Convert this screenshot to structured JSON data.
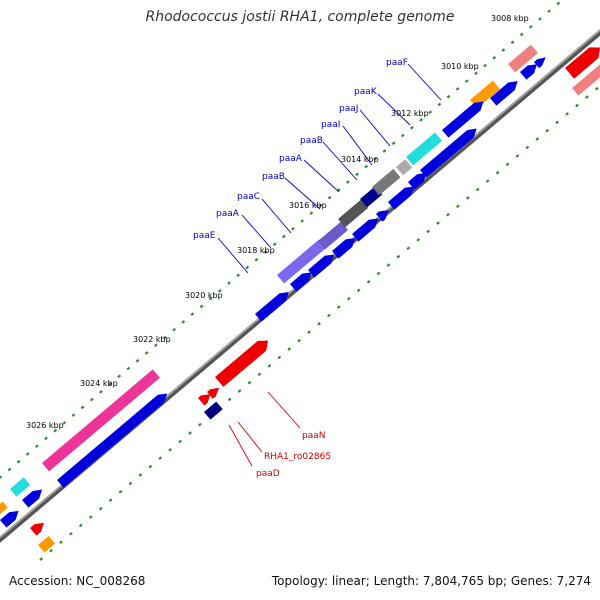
{
  "title": "Rhodococcus jostii RHA1, complete genome",
  "accession": "Accession: NC_008268",
  "summary": "Topology: linear; Length: 7,804,765 bp; Genes: 7,274",
  "colors": {
    "backbone": "#888888",
    "tick": "#2e8b2e",
    "gene_blue": "#0000dd",
    "gene_red": "#ee0000",
    "label_blue": "#0000bb",
    "label_red": "#cc0000"
  },
  "scale_labels": [
    "3008 kbp",
    "3010 kbp",
    "3012 kbp",
    "3014 kbp",
    "3016 kbp",
    "3018 kbp",
    "3020 kbp",
    "3022 kbp",
    "3024 kbp",
    "3026 kbp"
  ],
  "upper_gene_labels": [
    "paaF",
    "paaK",
    "paaJ",
    "paaI",
    "paaB",
    "paaA",
    "paaB",
    "paaC",
    "paaA",
    "paaE"
  ],
  "lower_gene_labels": [
    "paaN",
    "RHA1_ro02865",
    "paaD"
  ]
}
